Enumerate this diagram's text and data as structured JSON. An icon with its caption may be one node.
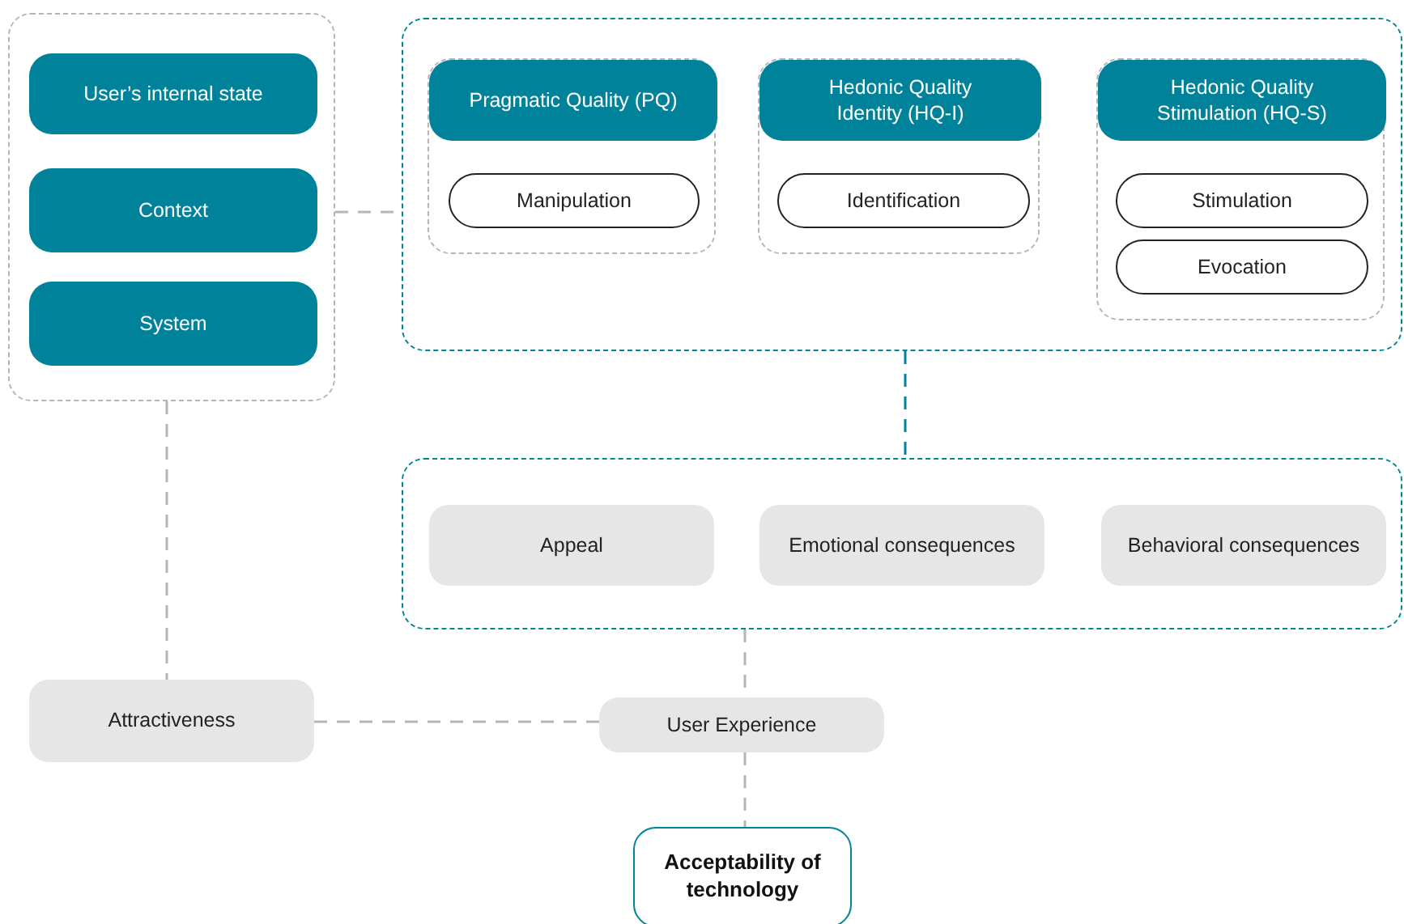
{
  "diagram": {
    "nodes": [
      {
        "text": [],
        "shape": "box"
      },
      {
        "text": [
          "User’s internal state"
        ],
        "in": 0
      },
      {
        "text": [
          "Context"
        ],
        "in": 0
      },
      {
        "text": [
          "System"
        ],
        "in": 0
      },
      {
        "text": [],
        "shape": "box"
      },
      {
        "text": [],
        "shape": "box",
        "in": 4
      },
      {
        "text": [
          "Pragmatic Quality (PQ)"
        ],
        "in": 5
      },
      {
        "text": [
          "Manipulation"
        ],
        "in": 5
      },
      {
        "text": [],
        "shape": "box",
        "in": 4
      },
      {
        "text": [
          "Hedonic Quality Identity (HQ-I)"
        ],
        "in": 8
      },
      {
        "text": [
          "Identification"
        ],
        "in": 8
      },
      {
        "text": [],
        "shape": "box",
        "in": 4
      },
      {
        "text": [
          "Hedonic Quality Stimulation (HQ-S)"
        ],
        "in": 11
      },
      {
        "text": [
          "Stimulation"
        ],
        "in": 11
      },
      {
        "text": [
          "Evocation"
        ],
        "in": 11
      },
      {
        "text": [],
        "shape": "box"
      },
      {
        "text": [
          "Appeal"
        ],
        "in": 15
      },
      {
        "text": [
          "Emotional consequences"
        ],
        "in": 15
      },
      {
        "text": [
          "Behavioral consequences"
        ],
        "in": 15
      },
      {
        "text": [
          "Attractiveness"
        ]
      },
      {
        "text": [
          "User Experience"
        ]
      },
      {
        "text": [
          "Acceptability of technology"
        ]
      }
    ],
    "edges": [
      {
        "from": 0,
        "to": 4,
        "arrow": "none",
        "style": "dashed"
      },
      {
        "from": 4,
        "to": 15,
        "arrow": "none",
        "style": "dashed",
        "color": "#00849a"
      },
      {
        "from": 0,
        "to": 19,
        "arrow": "none",
        "style": "dashed"
      },
      {
        "from": 15,
        "to": 20,
        "arrow": "none",
        "style": "dashed"
      },
      {
        "from": 19,
        "to": 20,
        "arrow": "none",
        "style": "dashed"
      },
      {
        "from": 20,
        "to": 21,
        "arrow": "none",
        "style": "dashed"
      }
    ]
  }
}
